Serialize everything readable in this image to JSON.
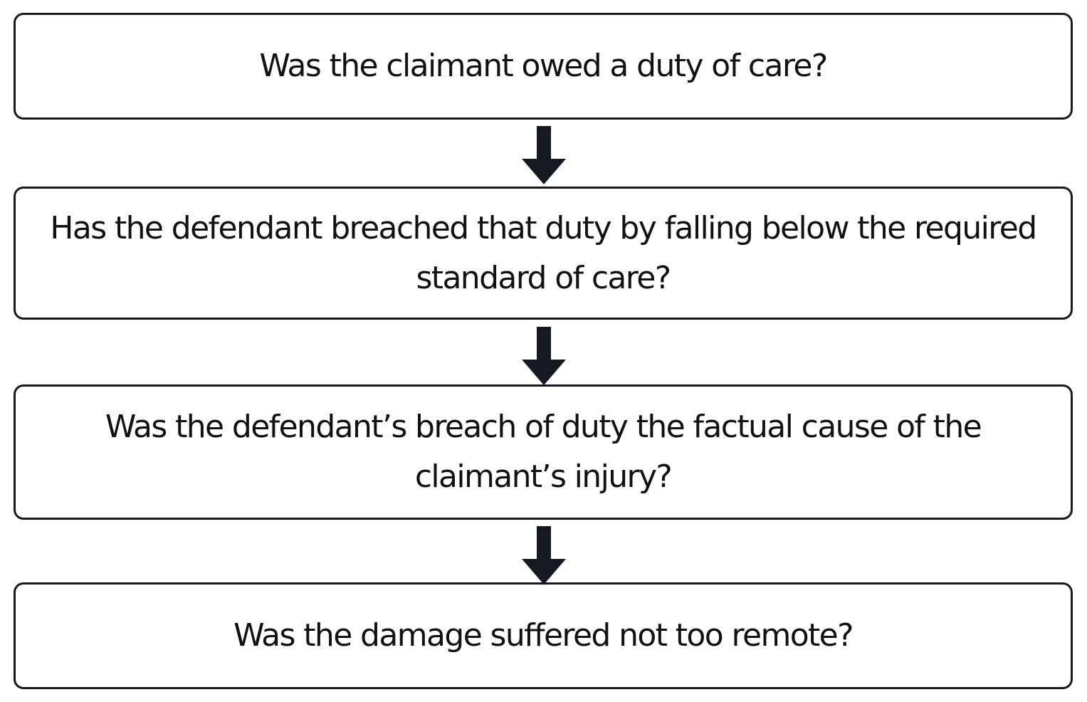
{
  "flowchart": {
    "steps": [
      {
        "text": "Was the claimant owed a duty of care?"
      },
      {
        "text": "Has the defendant breached that duty by falling below the required standard of care?"
      },
      {
        "text": "Was the defendant’s breach of duty the factual cause of the claimant’s injury?"
      },
      {
        "text": "Was the damage suffered not too remote?"
      }
    ],
    "arrow_icon": "down-arrow-icon",
    "colors": {
      "border": "#151a22",
      "arrow": "#151a22",
      "text": "#111111",
      "background": "#ffffff"
    }
  }
}
